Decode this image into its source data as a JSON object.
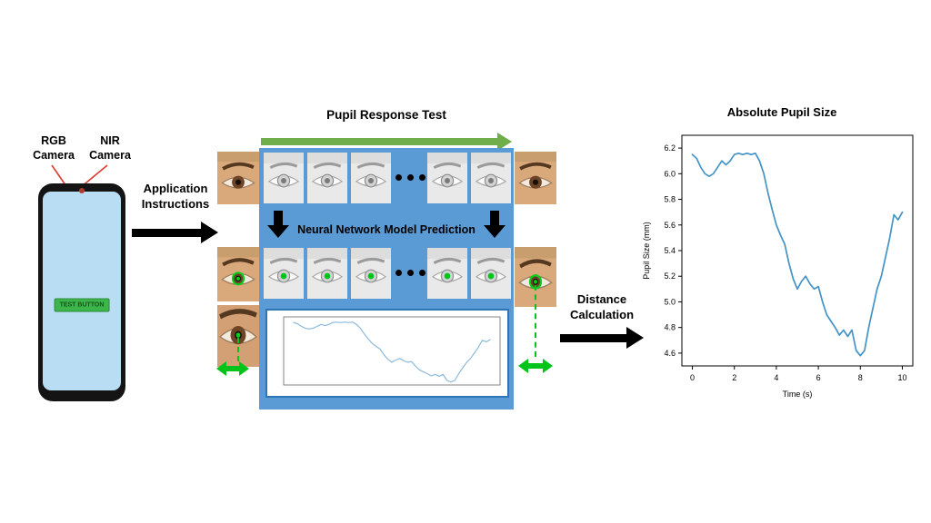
{
  "figure": {
    "phone": {
      "camera_label_1_line1": "RGB",
      "camera_label_1_line2": "Camera",
      "camera_label_2_line1": "NIR",
      "camera_label_2_line2": "Camera",
      "screen_button": "TEST BUTTON"
    },
    "arrows": {
      "app_instructions_line1": "Application",
      "app_instructions_line2": "Instructions",
      "distance_calc_line1": "Distance",
      "distance_calc_line2": "Calculation"
    },
    "center": {
      "title": "Pupil Response Test",
      "nn_label": "Neural Network Model Prediction"
    },
    "colors": {
      "panel_blue": "#5b9bd5",
      "detection_green": "#00c41a",
      "flow_green": "#6fae4b",
      "line_blue": "#4393c7",
      "pointer_red": "#e03a2f"
    }
  },
  "chart_data": {
    "type": "line",
    "title": "Absolute Pupil Size",
    "xlabel": "Time (s)",
    "ylabel": "Pupil Size (mm)",
    "xlim": [
      -0.5,
      10.5
    ],
    "ylim": [
      4.5,
      6.3
    ],
    "xticks": [
      0,
      2,
      4,
      6,
      8,
      10
    ],
    "yticks": [
      4.6,
      4.8,
      5.0,
      5.2,
      5.4,
      5.6,
      5.8,
      6.0,
      6.2
    ],
    "line_color": "#4393c7",
    "x": [
      0,
      0.2,
      0.4,
      0.6,
      0.8,
      1.0,
      1.2,
      1.4,
      1.6,
      1.8,
      2.0,
      2.2,
      2.4,
      2.6,
      2.8,
      3.0,
      3.2,
      3.4,
      3.6,
      3.8,
      4.0,
      4.2,
      4.4,
      4.6,
      4.8,
      5.0,
      5.2,
      5.4,
      5.6,
      5.8,
      6.0,
      6.2,
      6.4,
      6.6,
      6.8,
      7.0,
      7.2,
      7.4,
      7.6,
      7.8,
      8.0,
      8.2,
      8.4,
      8.6,
      8.8,
      9.0,
      9.2,
      9.4,
      9.6,
      9.8,
      10.0
    ],
    "y": [
      6.15,
      6.12,
      6.05,
      6.0,
      5.98,
      6.0,
      6.05,
      6.1,
      6.07,
      6.1,
      6.15,
      6.16,
      6.15,
      6.16,
      6.15,
      6.16,
      6.1,
      6.0,
      5.85,
      5.72,
      5.6,
      5.52,
      5.45,
      5.3,
      5.18,
      5.1,
      5.16,
      5.2,
      5.14,
      5.1,
      5.12,
      5.0,
      4.9,
      4.85,
      4.8,
      4.74,
      4.78,
      4.73,
      4.78,
      4.62,
      4.58,
      4.62,
      4.8,
      4.95,
      5.1,
      5.2,
      5.35,
      5.5,
      5.68,
      5.64,
      5.7
    ]
  }
}
